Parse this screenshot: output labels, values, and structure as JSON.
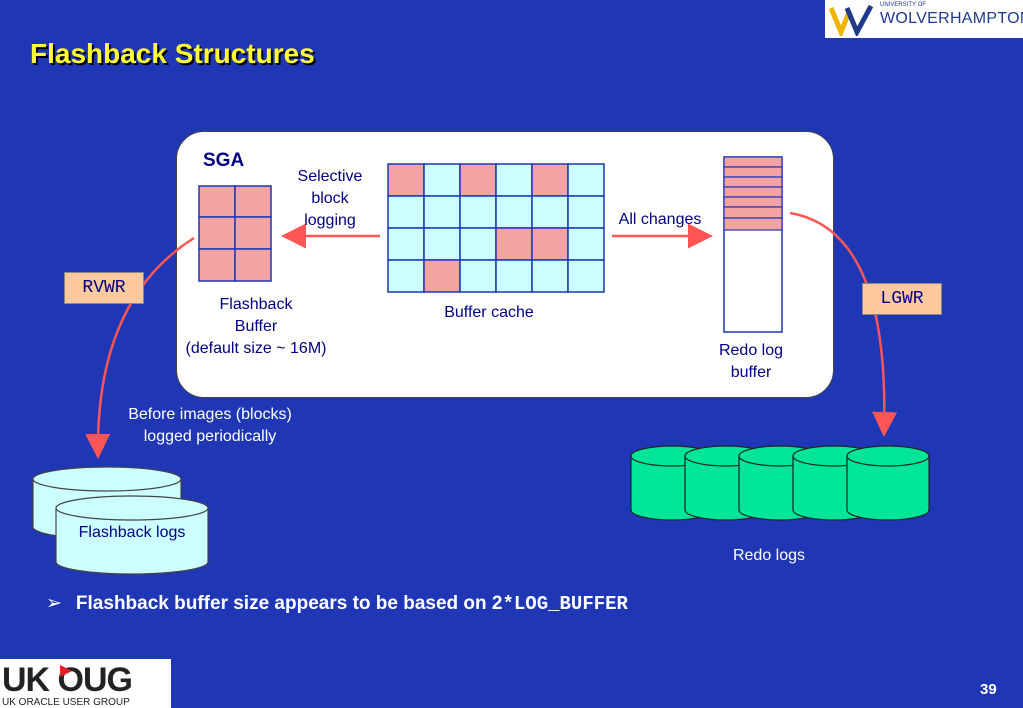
{
  "slide": {
    "title": "Flashback Structures",
    "page_number": "39"
  },
  "logos": {
    "wolverhampton_small": "UNIVERSITY OF",
    "wolverhampton_big": "WOLVERHAMPTON",
    "ukoug_big": "UK OUG",
    "ukoug_small": "UK ORACLE USER GROUP"
  },
  "diagram": {
    "sga_label": "SGA",
    "selective_logging": [
      "Selective",
      "block",
      "logging"
    ],
    "all_changes": "All changes",
    "flashback_buffer": [
      "Flashback",
      "Buffer",
      "(default size ~ 16M)"
    ],
    "buffer_cache": "Buffer cache",
    "redo_log_buffer": [
      "Redo log",
      "buffer"
    ],
    "rvwr": "RVWR",
    "lgwr": "LGWR",
    "before_images": [
      "Before images (blocks)",
      "logged periodically"
    ],
    "flashback_logs": "Flashback logs",
    "redo_logs": "Redo logs"
  },
  "bullet": {
    "marker": "➢",
    "text": "Flashback buffer size appears to be based on 2",
    "code": "*LOG_BUFFER"
  },
  "colors": {
    "background": "#1f37b5",
    "title": "#ffff33",
    "pink": "#f4a3a3",
    "cyan": "#ccffff",
    "green": "#00e699",
    "arrow": "#ff5555"
  }
}
